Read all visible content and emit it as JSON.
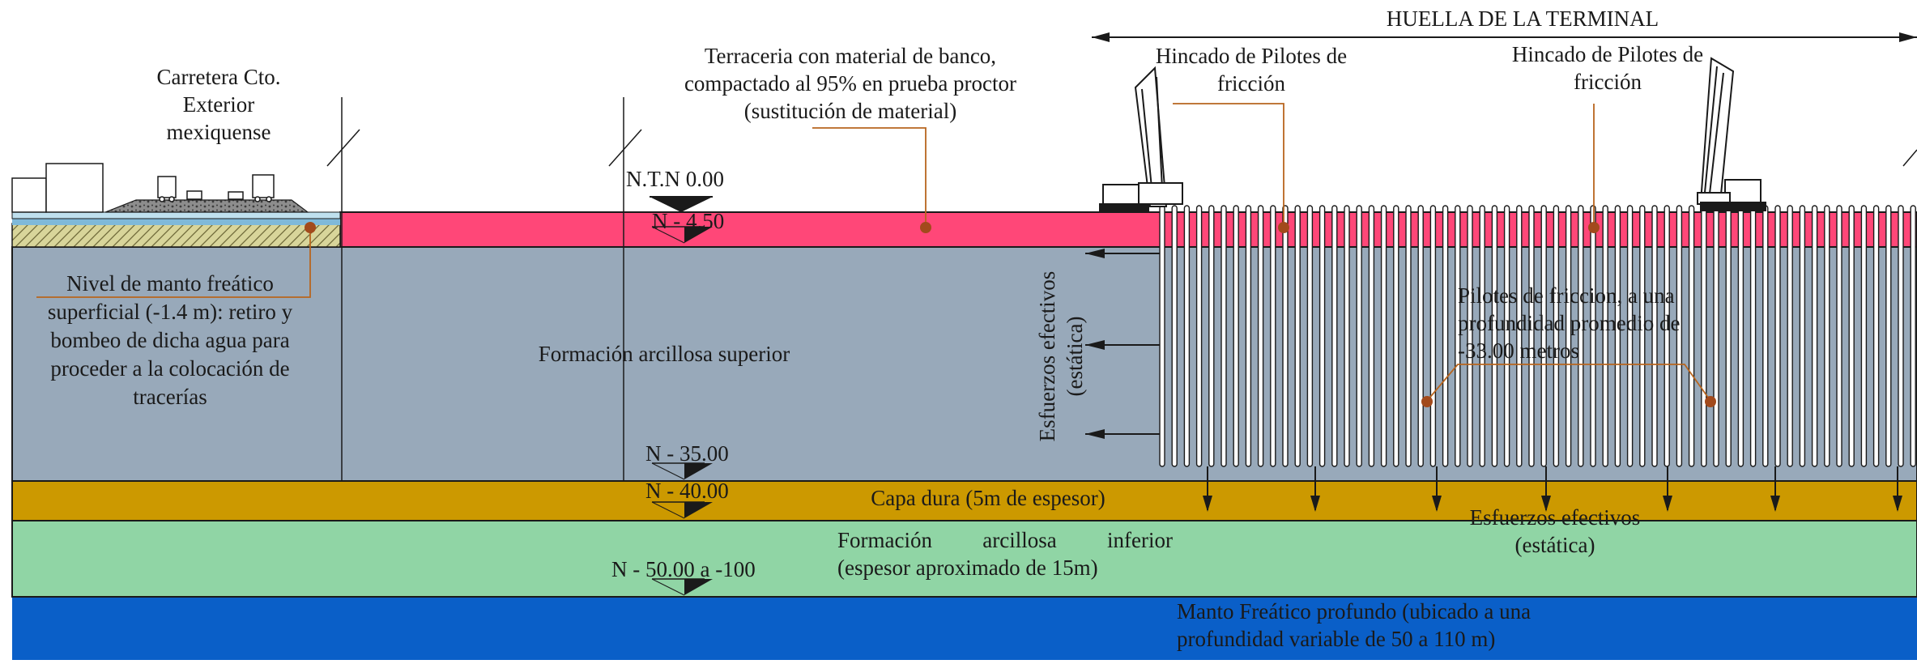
{
  "footprint_label": "HUELLA DE LA TERMINAL",
  "road_label": [
    "Carretera Cto.",
    "Exterior",
    "mexiquense"
  ],
  "fill_label": [
    "Terraceria con material de banco,",
    "compactado al 95% en prueba proctor",
    "(sustitución de material)"
  ],
  "driving_left_label": [
    "Hincado de Pilotes de",
    "fricción"
  ],
  "driving_right_label": [
    "Hincado de Pilotes de",
    "fricción"
  ],
  "ntn_label": "N.T.N 0.00",
  "level_4_50": "N - 4.50",
  "level_35": "N - 35.00",
  "level_40": "N - 40.00",
  "level_50": "N - 50.00 a -100",
  "water_table_note": [
    "Nivel de manto freático",
    "superficial (-1.4 m): retiro y",
    "bombeo de dicha agua para",
    "proceder a  la colocación de",
    "tracerías"
  ],
  "upper_clay_label": "Formación arcillosa superior",
  "effective_stress_side": [
    "Esfuerzos efectivos",
    "(estática)"
  ],
  "piles_label": [
    "Pilotes de friccion, a una",
    "profundidad promedio de",
    "-33.00 metros"
  ],
  "hard_layer_label": "Capa dura (5m de espesor)",
  "lower_clay_label": [
    "Formación",
    "arcillosa",
    "inferior",
    "(espesor aproximado de 15m)"
  ],
  "effective_stress_bottom": [
    "Esfuerzos efectivos",
    "(estática)"
  ],
  "deep_water_label": [
    "Manto Freático profundo (ubicado a una",
    "profundidad variable de 50 a 110 m)"
  ],
  "colors": {
    "fill_layer": "#ff4778",
    "upper_clay": "#98a9ba",
    "hard_layer": "#cc9900",
    "lower_clay": "#90d5a5",
    "deep_water": "#0a5fc8",
    "leader": "#b8651e",
    "leader_dot": "#a24a1c"
  }
}
